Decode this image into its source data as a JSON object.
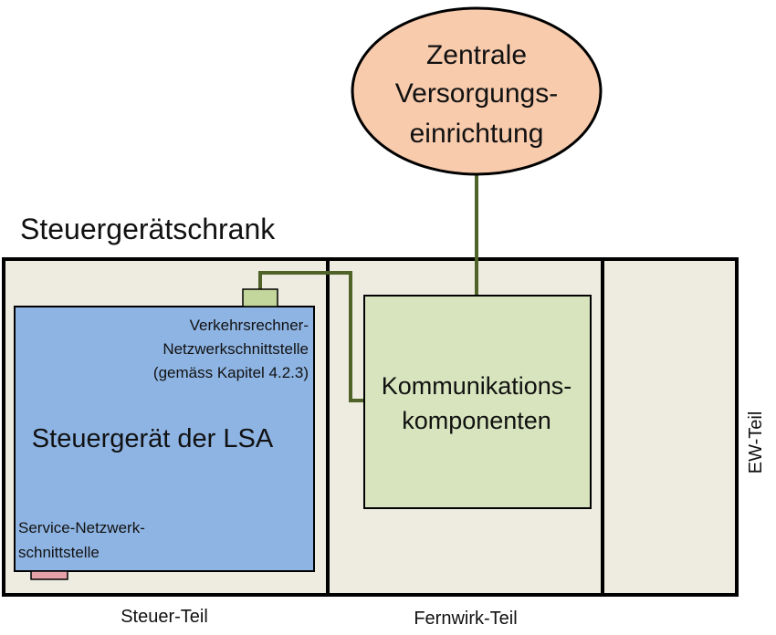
{
  "supply": {
    "line1": "Zentrale",
    "line2": "Versorgungs-",
    "line3": "einrichtung"
  },
  "cabinet": {
    "title": "Steuergerätschrank"
  },
  "controller": {
    "title": "Steuergerät der LSA",
    "traffic_interface": {
      "line1": "Verkehrsrechner-",
      "line2": "Netzwerkschnittstelle",
      "line3": "(gemäss Kapitel 4.2.3)"
    },
    "service_interface": {
      "line1": "Service-Netzwerk-",
      "line2": "schnittstelle"
    }
  },
  "comm": {
    "line1": "Kommunikations-",
    "line2": "komponenten"
  },
  "sections": {
    "steuer": "Steuer-Teil",
    "fernwirk": "Fernwirk-Teil",
    "ew": "EW-Teil"
  },
  "colors": {
    "supply_fill": "#f8cbad",
    "controller_fill": "#8eb4e3",
    "comm_fill": "#d7e4bd",
    "cabinet_fill": "#eeece1",
    "connector_fill": "#c3d69b",
    "service_port_fill": "#e6a0a8",
    "line_green": "#4f6228"
  }
}
